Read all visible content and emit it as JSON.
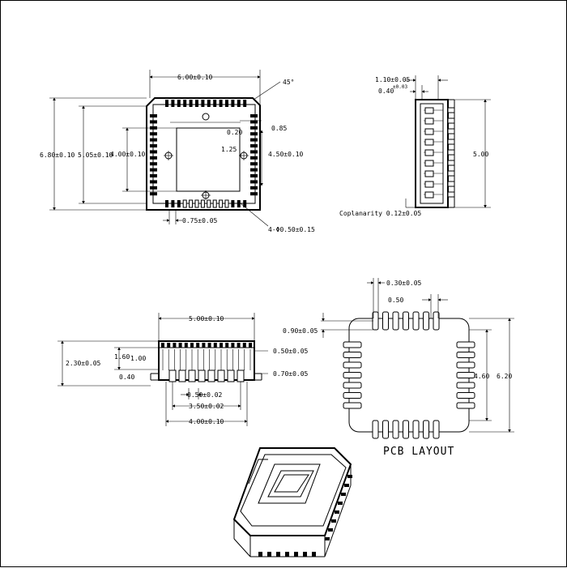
{
  "top_view": {
    "dim_width": "6.00±0.10",
    "dim_height": "6.80±0.10",
    "dim_inner_height": "5.05±0.10",
    "dim_window_height": "4.00±0.10",
    "dim_window_right": "4.50±0.10",
    "dim_pin_pitch": "0.75±0.05",
    "dim_small_a": "0.85",
    "dim_small_b": "0.20",
    "dim_small_c": "1.25",
    "dim_holes": "4-Φ0.50±0.15",
    "label_corner": "45°"
  },
  "side_view": {
    "dim_top_a": "1.10±0.05",
    "dim_top_b": "0.40",
    "dim_top_b_tol": "±0.03",
    "dim_height": "5.00",
    "dim_coplanarity": "Coplanarity 0.12±0.05"
  },
  "front_view": {
    "dim_width": "5.00±0.10",
    "dim_height": "2.30±0.05",
    "dim_inner": "1.60",
    "dim_inner2": "1.00",
    "dim_base": "0.40",
    "dim_right_a": "0.50±0.05",
    "dim_right_b": "0.70±0.05",
    "dim_pitch": "0.50±0.02",
    "dim_pins_span": "3.50±0.02",
    "dim_bottom_width": "4.00±0.10"
  },
  "pcb_layout": {
    "title": "PCB LAYOUT",
    "dim_pad_width": "0.30±0.05",
    "dim_pitch": "0.50",
    "dim_pad_length": "0.90±0.05",
    "dim_inner": "4.60",
    "dim_outer": "6.20"
  }
}
